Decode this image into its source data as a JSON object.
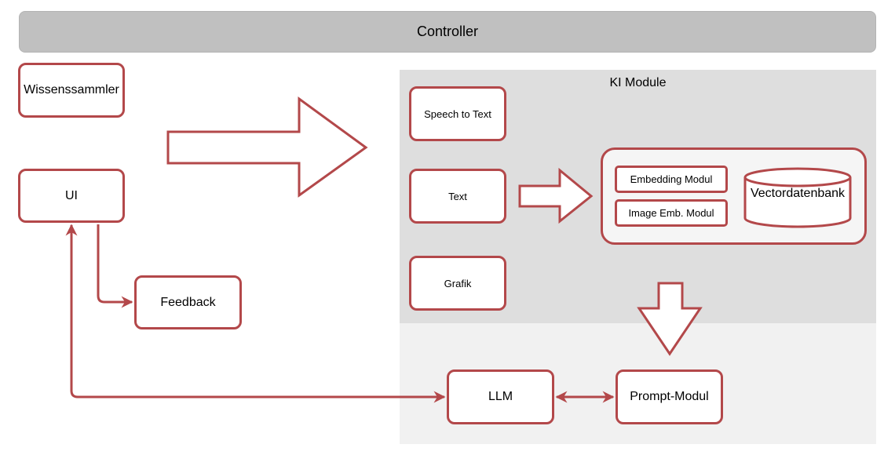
{
  "controller": {
    "label": "Controller"
  },
  "ki_panel": {
    "title": "KI Module"
  },
  "nodes": {
    "wissenssammler": "Wissenssammler",
    "ui": "UI",
    "feedback": "Feedback",
    "speech_to_text": "Speech to Text",
    "text": "Text",
    "grafik": "Grafik",
    "embedding_modul": "Embedding Modul",
    "image_emb_modul": "Image Emb. Modul",
    "vectordatenbank": "Vectordatenbank",
    "llm": "LLM",
    "prompt_modul": "Prompt-Modul"
  },
  "edges": [
    {
      "from": "ui",
      "to": "feedback",
      "type": "arrow"
    },
    {
      "from": "llm",
      "to": "ui",
      "type": "bidirectional-arrow"
    },
    {
      "from": "llm",
      "to": "prompt_modul",
      "type": "bidirectional-arrow"
    },
    {
      "from": "left-side",
      "to": "ki_panel",
      "type": "block-arrow"
    },
    {
      "from": "text",
      "to": "embedding_container",
      "type": "block-arrow"
    },
    {
      "from": "embedding_container",
      "to": "prompt_modul",
      "type": "block-arrow"
    }
  ],
  "colors": {
    "stroke": "#b3484a",
    "controller_fill": "#c0c0c0",
    "ki_panel_fill": "#dedede",
    "bottom_panel_fill": "#f1f1f1",
    "node_fill": "#ffffff"
  }
}
